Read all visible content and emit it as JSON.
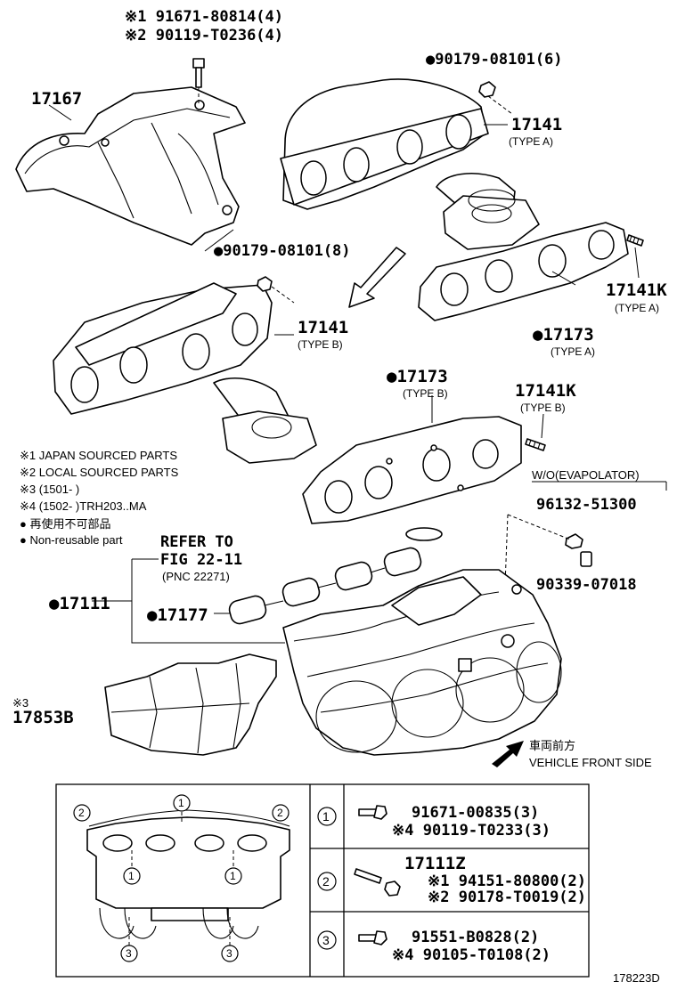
{
  "diagram_id": "178223D",
  "labels": {
    "p1_l1": "※1 91671-80814(4)",
    "p1_l2": "※2 90119-T0236(4)",
    "heat_insulator": "17167",
    "nut_a": "●90179-08101(6)",
    "manifold_a": "17141",
    "manifold_a_type": "(TYPE A)",
    "nut_b": "●90179-08101(8)",
    "manifold_b": "17141",
    "manifold_b_type": "(TYPE B)",
    "stud_a": "17141K",
    "stud_a_type": "(TYPE A)",
    "gasket_a": "●17173",
    "gasket_a_type": "(TYPE A)",
    "gasket_b": "●17173",
    "gasket_b_type": "(TYPE B)",
    "stud_b": "17141K",
    "stud_b_type": "(TYPE B)",
    "wo_evap": "W/O(EVAPOLATOR)",
    "cap": "96132-51300",
    "plug": "90339-07018",
    "refer_l1": "REFER TO",
    "refer_l2": "FIG 22-11",
    "refer_l3": "(PNC 22271)",
    "intake_manifold": "●17111",
    "intake_gasket": "●17177",
    "cover_mark": "※3",
    "cover": "17853B",
    "front_jp": "車両前方",
    "front_en": "VEHICLE FRONT SIDE"
  },
  "notes": [
    "※1 JAPAN SOURCED PARTS",
    "※2 LOCAL SOURCED PARTS",
    "※3 (1501-          )",
    "※4 (1502-        )TRH203..MA",
    "● 再使用不可部品",
    "● Non-reusable part"
  ],
  "legend_table": {
    "rows": [
      {
        "ref": "1",
        "lines": [
          "91671-00835(3)",
          "※4 90119-T0233(3)"
        ]
      },
      {
        "ref": "2",
        "header": "17111Z",
        "lines": [
          "※1 94151-80800(2)",
          "※2 90178-T0019(2)"
        ]
      },
      {
        "ref": "3",
        "lines": [
          "91551-B0828(2)",
          "※4 90105-T0108(2)"
        ]
      }
    ]
  },
  "inset_refs": [
    "2",
    "1",
    "2",
    "1",
    "1",
    "3",
    "3"
  ]
}
